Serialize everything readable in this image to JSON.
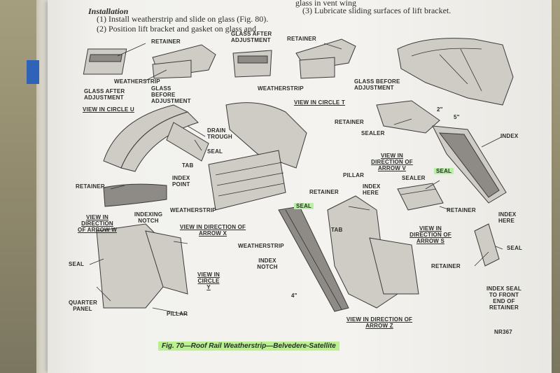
{
  "header": {
    "title": "Installation",
    "step1": "(1) Install weatherstrip and slide on glass (Fig. 80).",
    "step2": "(2) Position lift bracket and gasket on glass and",
    "right_line1": "glass in vent wing",
    "right_line2": "(3) Lubricate sliding surfaces of lift bracket."
  },
  "labels": {
    "retainer": "RETAINER",
    "glass_after_adjustment": "GLASS AFTER ADJUSTMENT",
    "weatherstrip": "WEATHERSTRIP",
    "glass_before_adjustment": "GLASS BEFORE ADJUSTMENT",
    "view_in_circle_u": "VIEW IN CIRCLE U",
    "view_in_circle_t": "VIEW IN CIRCLE T",
    "drain_trough": "DRAIN TROUGH",
    "seal": "SEAL",
    "tab": "TAB",
    "index_point": "INDEX POINT",
    "sealer": "SEALER",
    "index": "INDEX",
    "view_in_direction_arrow_v": "VIEW IN DIRECTION OF ARROW V",
    "index_here": "INDEX HERE",
    "pillar": "PILLAR",
    "indexing_notch": "INDEXING NOTCH",
    "view_in_direction_arrow_w": "VIEW IN DIRECTION OF ARROW W",
    "view_in_direction_arrow_x": "VIEW IN DIRECTION OF ARROW X",
    "view_in_direction_arrow_s": "VIEW IN DIRECTION OF ARROW S",
    "index_notch": "INDEX NOTCH",
    "view_in_circle_y": "VIEW IN CIRCLE Y",
    "quarter_panel": "QUARTER PANEL",
    "view_in_direction_arrow_z": "VIEW IN DIRECTION OF ARROW Z",
    "index_seal_to_front": "INDEX SEAL TO FRONT END OF RETAINER",
    "dim_2": "2\"",
    "dim_5": "5\"",
    "dim_4": "4\""
  },
  "caption": "Fig. 70—Roof Rail Weatherstrip—Belvedere-Satellite",
  "figure_code": "NR367",
  "highlight_color": "#b9f18f",
  "tab_color": "#2f63b8"
}
